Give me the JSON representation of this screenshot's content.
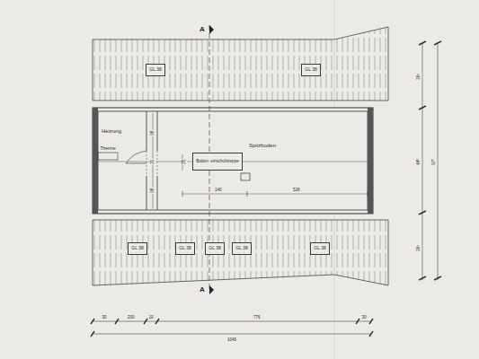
{
  "diagram": {
    "nodes": [
      {
        "text": [
          "GL 38"
        ]
      },
      {
        "text": [
          "GL 38"
        ]
      },
      {
        "text": [
          "Boden- einschubtreppe"
        ]
      },
      {
        "text": [
          "GL 38"
        ]
      },
      {
        "text": [
          "GL 38"
        ]
      },
      {
        "text": [
          "GL 38"
        ]
      },
      {
        "text": [
          "GL 38"
        ]
      },
      {
        "text": [
          "GL 38"
        ]
      }
    ],
    "labels": [
      "A",
      "A",
      "Heizung",
      "Therme",
      "Spitzboden",
      "98",
      "21",
      "98",
      "21",
      "140",
      "528",
      "26⁵",
      "44⁰",
      "26⁵",
      "97⁰",
      "30",
      "200",
      "10",
      "776",
      "30",
      "1046"
    ]
  }
}
